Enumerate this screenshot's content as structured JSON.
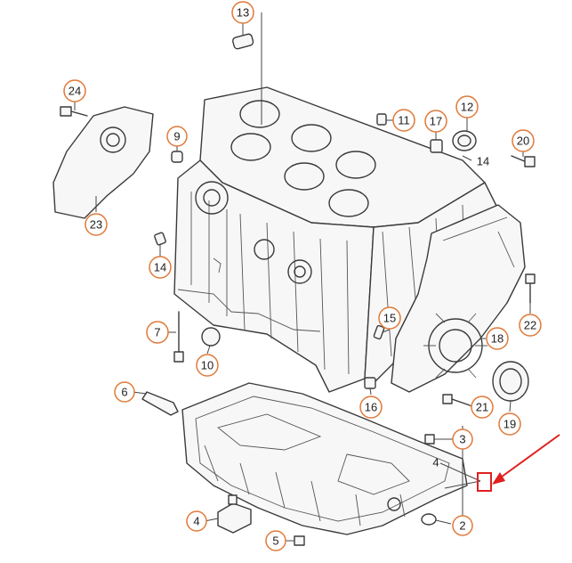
{
  "diagram": {
    "callouts": [
      {
        "id": "c13",
        "label": "13"
      },
      {
        "id": "c24",
        "label": "24"
      },
      {
        "id": "c9",
        "label": "9"
      },
      {
        "id": "c11",
        "label": "11"
      },
      {
        "id": "c17",
        "label": "17"
      },
      {
        "id": "c12",
        "label": "12"
      },
      {
        "id": "c20",
        "label": "20"
      },
      {
        "id": "c23",
        "label": "23"
      },
      {
        "id": "c14a",
        "label": "14"
      },
      {
        "id": "c22",
        "label": "22"
      },
      {
        "id": "c15",
        "label": "15"
      },
      {
        "id": "c7",
        "label": "7"
      },
      {
        "id": "c10",
        "label": "10"
      },
      {
        "id": "c18",
        "label": "18"
      },
      {
        "id": "c6",
        "label": "6"
      },
      {
        "id": "c16",
        "label": "16"
      },
      {
        "id": "c21",
        "label": "21"
      },
      {
        "id": "c19",
        "label": "19"
      },
      {
        "id": "c3",
        "label": "3"
      },
      {
        "id": "c4a",
        "label": "4"
      },
      {
        "id": "c5",
        "label": "5"
      },
      {
        "id": "c2",
        "label": "2"
      }
    ],
    "plain_labels": [
      {
        "id": "p14",
        "label": "14"
      },
      {
        "id": "p4",
        "label": "4"
      }
    ],
    "highlight": {
      "color": "#e02020"
    },
    "colors": {
      "callout_ring": "#e07a3a",
      "line": "#3a3a3a",
      "arrow": "#e02020"
    }
  }
}
